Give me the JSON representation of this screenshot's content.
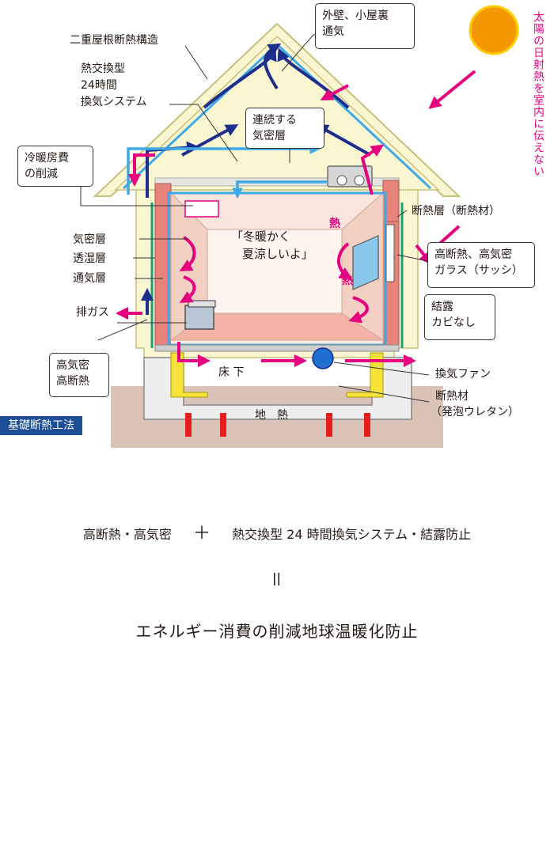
{
  "labels": {
    "double_roof": "二重屋根断熱構造",
    "ventilation_line1": "熱交換型",
    "ventilation_line2": "24時間",
    "ventilation_line3": "換気システム",
    "airtight": "気密層",
    "moisture": "透湿層",
    "vent_layer": "通気層",
    "exhaust": "排ガス",
    "underfloor": "床 下",
    "geothermal": "地　熱",
    "insulation_layer": "断熱層（断熱材）",
    "fan": "換気ファン",
    "foam1": "断熱材",
    "foam2": "（発泡ウレタン）",
    "heat1": "熱",
    "heat2": "熱"
  },
  "boxes": {
    "outer_wall_line1": "外壁、小屋裏",
    "outer_wall_line2": "通気",
    "airtight_continuous_line1": "連続する",
    "airtight_continuous_line2": "気密層",
    "heating_cost_line1": "冷暖房費",
    "heating_cost_line2": "の削減",
    "glass_line1": "高断熱、高気密",
    "glass_line2": "ガラス（サッシ）",
    "condensation_line1": "結露",
    "condensation_line2": "カビなし",
    "airtight_insul_line1": "高気密",
    "airtight_insul_line2": "高断熱"
  },
  "room_quote_line1": "「冬暖かく",
  "room_quote_line2": "夏涼しいよ」",
  "sun_text": "太陽の日射熱を室内に伝えない",
  "foundation_tag": "基礎断熱工法",
  "formula": {
    "left": "高断熱・高気密",
    "plus": "＋",
    "right": "熱交換型 24 時間換気システム・結露防止",
    "equals": "＝",
    "result": "エネルギー消費の削減地球温暖化防止"
  },
  "colors": {
    "roof": "#fbf6d2",
    "roof_edge": "#c8bf7a",
    "heat_arrow": "#e4007f",
    "cool_arrow": "#1c2f8c",
    "airtight_line": "#3ea9e6",
    "insulation": "#e8837b",
    "green_layer": "#1e9e74",
    "foundation": "#d9c2b6",
    "sun": "#f39800",
    "tag": "#1e4f96"
  }
}
